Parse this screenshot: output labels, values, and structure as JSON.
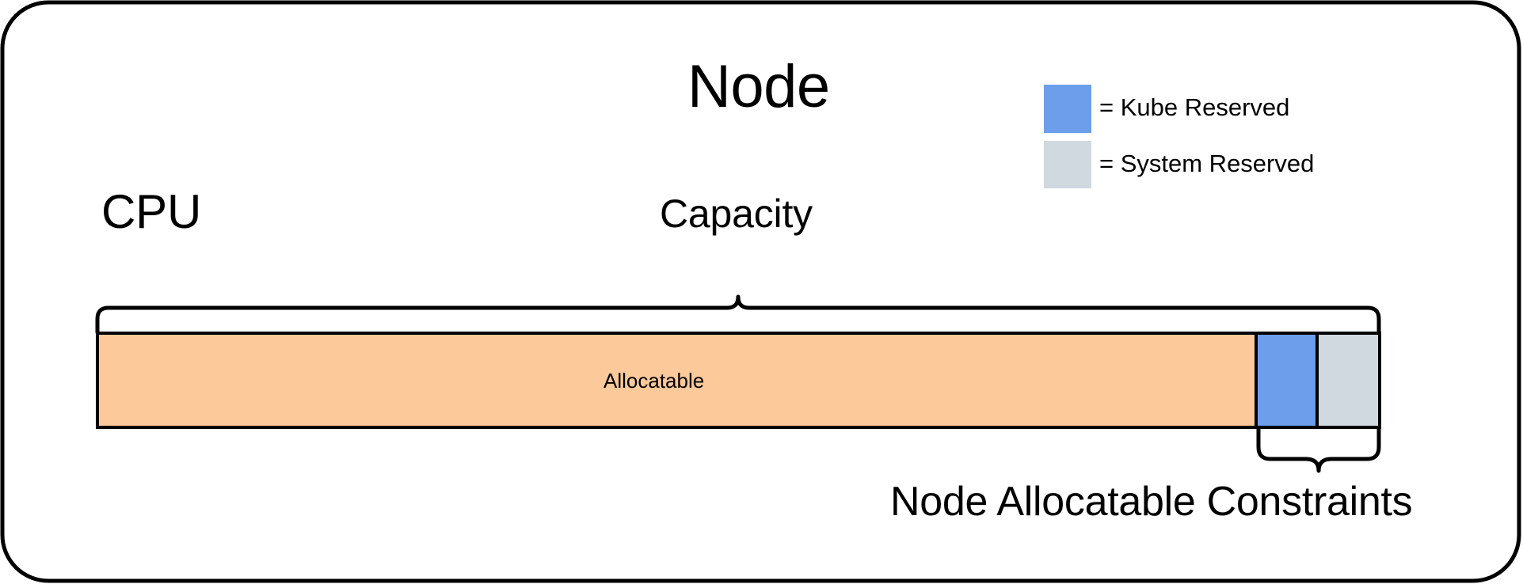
{
  "diagram": {
    "title": "Node",
    "resource_label": "CPU",
    "capacity_label": "Capacity",
    "allocatable_label": "Allocatable",
    "constraints_label": "Node Allocatable Constraints"
  },
  "legend": {
    "items": [
      {
        "name": "kube-reserved",
        "label": "= Kube Reserved",
        "color": "#6d9eeb"
      },
      {
        "name": "system-reserved",
        "label": "= System Reserved",
        "color": "#d0d8e0"
      }
    ]
  },
  "colors": {
    "allocatable": "#fcc99a",
    "kube_reserved": "#6d9eeb",
    "system_reserved": "#d0d8e0",
    "stroke": "#000000",
    "background": "#ffffff"
  },
  "chart_data": {
    "type": "bar",
    "title": "Node",
    "orientation": "horizontal",
    "stacked": true,
    "categories": [
      "CPU"
    ],
    "series": [
      {
        "name": "Allocatable",
        "values": [
          89.7
        ],
        "color": "#fcc99a"
      },
      {
        "name": "Kube Reserved",
        "values": [
          4.8
        ],
        "color": "#6d9eeb"
      },
      {
        "name": "System Reserved",
        "values": [
          4.9
        ],
        "color": "#d0d8e0"
      }
    ],
    "units": "percent of capacity",
    "annotations": [
      {
        "name": "capacity-brace",
        "text": "Capacity",
        "spans": [
          "Allocatable",
          "Kube Reserved",
          "System Reserved"
        ],
        "position": "above"
      },
      {
        "name": "constraints-brace",
        "text": "Node Allocatable Constraints",
        "spans": [
          "Kube Reserved",
          "System Reserved"
        ],
        "position": "below"
      }
    ],
    "grid": false,
    "legend_position": "top-right",
    "xlabel": "",
    "ylabel": ""
  }
}
